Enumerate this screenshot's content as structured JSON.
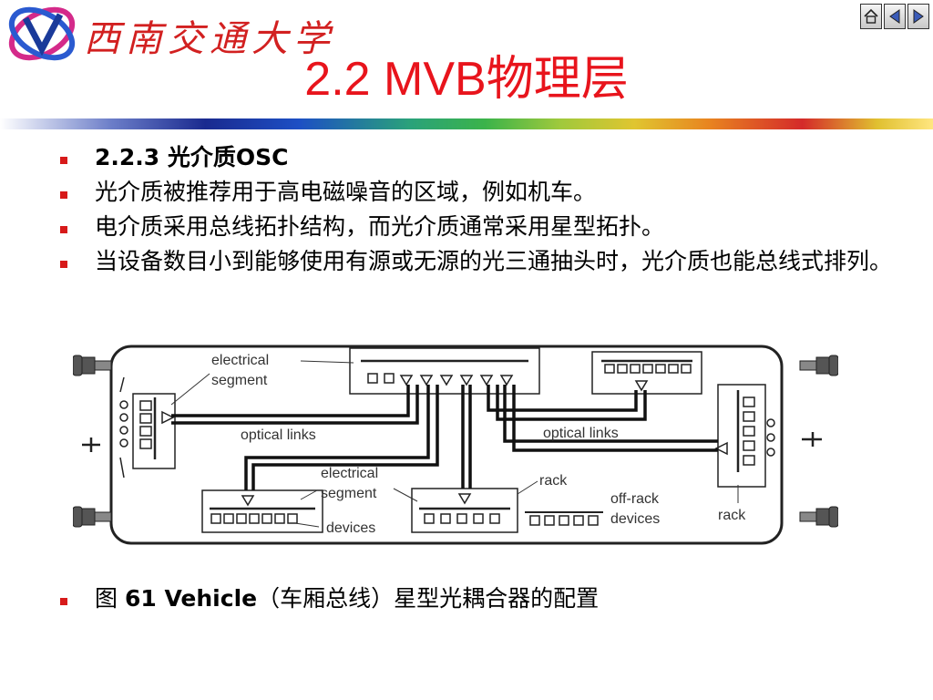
{
  "header": {
    "school_name": "西南交通大学",
    "title": "2.2 MVB物理层",
    "nav": [
      "home-icon",
      "prev-icon",
      "next-icon"
    ]
  },
  "bullets": [
    {
      "num": "2.2.3",
      "text": " 光介质",
      "suffix": "OSC"
    },
    {
      "text": "光介质被推荐用于高电磁噪音的区域，例如机车。"
    },
    {
      "text": "电介质采用总线拓扑结构，而光介质通常采用星型拓扑。"
    },
    {
      "text": "当设备数目小到能够使用有源或无源的光三通抽头时，光介质也能总线式排列。"
    }
  ],
  "diagram": {
    "labels": {
      "electrical_segment_1": [
        "electrical",
        "segment"
      ],
      "optical_links_left": "optical links",
      "optical_links_right": "optical links",
      "electrical_segment_2": [
        "electrical",
        "segment"
      ],
      "devices": "devices",
      "rack_center": "rack",
      "off_rack_devices": [
        "off-rack",
        "devices"
      ],
      "rack_right": "rack"
    }
  },
  "caption": {
    "prefix": "图 ",
    "bold": "61 Vehicle",
    "rest": "（车厢总线）星型光耦合器的配置"
  },
  "colors": {
    "title": "#e8141c",
    "bullet": "#d71a1a",
    "school": "#d22020"
  }
}
